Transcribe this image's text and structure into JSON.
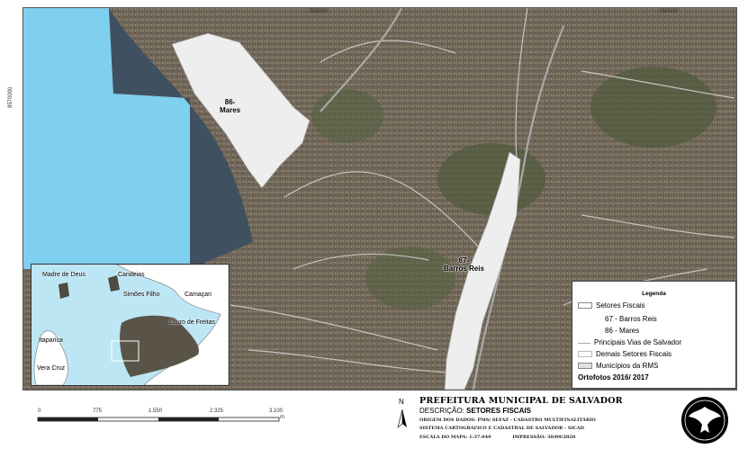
{
  "map": {
    "coord_top_1": "555000",
    "coord_top_2": "560000",
    "coord_left": "8570000",
    "sector_86_code": "86-",
    "sector_86_name": "Mares",
    "sector_67_code": "67-",
    "sector_67_name": "Barros Reis",
    "colors": {
      "sea": "#7fcfee",
      "urban": "#6e6558",
      "sector_fill": "#eeeeee",
      "roads": "#c9c9c9"
    }
  },
  "inset": {
    "labels": [
      "Madre de Deus",
      "Candeias",
      "Simões Filho",
      "Camaçari",
      "Lauro de Freitas",
      "Itaparica",
      "Vera Cruz"
    ]
  },
  "legend": {
    "title": "Legenda",
    "items": [
      {
        "label": "Setores Fiscais"
      },
      {
        "label": "67 - Barros Reis"
      },
      {
        "label": "86 - Mares"
      },
      {
        "label": "Principais Vias de Salvador"
      },
      {
        "label": "Demais Setores Fiscais"
      },
      {
        "label": "Municípios da RMS"
      }
    ],
    "ortofotos": "Ortofotos 2016/ 2017"
  },
  "scale_bar": {
    "ticks": [
      "0",
      "775",
      "1.550",
      "2.325",
      "3.100"
    ],
    "unit": "m"
  },
  "north_arrow": {
    "letter": "N"
  },
  "title_block": {
    "institution": "PREFEITURA MUNICIPAL DE SALVADOR",
    "description_label": "DESCRIÇÃO:",
    "description_value": "SETORES FISCAIS",
    "origin_line1": "ORIGEM DOS DADOS: PMS/ SEFAZ - CADASTRO MULTIFINALITÁRIO",
    "origin_line2": "SISTEMA CARTOGRÁFICO E CADASTRAL DE SALVADOR - SICAD",
    "scale": "ESCALA DO MAPA: 1:37.049",
    "print_date": "IMPRESSÃO: 30/09/2020"
  }
}
